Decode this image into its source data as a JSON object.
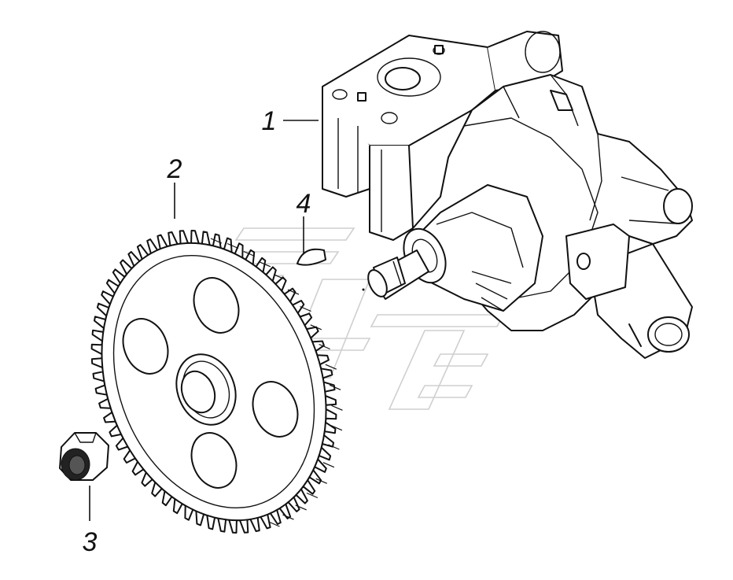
{
  "diagram": {
    "background": "#ffffff",
    "line_color": "#111111",
    "watermark_color": "#cfcfcf",
    "callouts": [
      {
        "id": "1",
        "label": "1",
        "part": "oil-pump-housing"
      },
      {
        "id": "2",
        "label": "2",
        "part": "drive-gear"
      },
      {
        "id": "3",
        "label": "3",
        "part": "nut"
      },
      {
        "id": "4",
        "label": "4",
        "part": "woodruff-key"
      }
    ]
  }
}
